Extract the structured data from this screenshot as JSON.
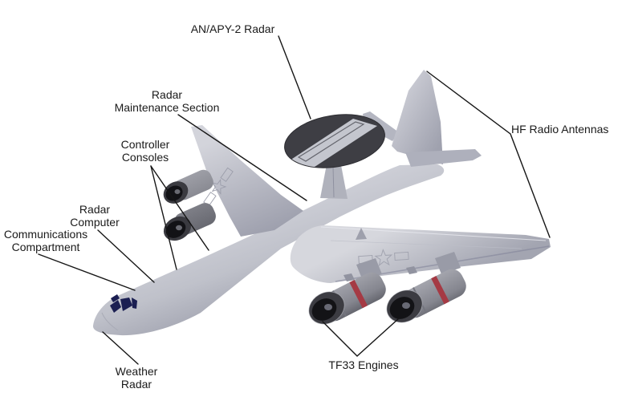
{
  "diagram": {
    "subject": "E-3 Sentry AWACS aircraft labeled component diagram",
    "background_color": "#ffffff",
    "leader_line_color": "#161616",
    "text_color": "#1a1a1a",
    "labels": {
      "apy2_radar": {
        "text": "AN/APY-2 Radar"
      },
      "radar_maintenance": {
        "line1": "Radar",
        "line2": "Maintenance Section"
      },
      "controller_consoles": {
        "line1": "Controller",
        "line2": "Consoles"
      },
      "radar_computer": {
        "line1": "Radar",
        "line2": "Computer"
      },
      "communications": {
        "line1": "Communications",
        "line2": "Compartment"
      },
      "weather_radar": {
        "line1": "Weather",
        "line2": "Radar"
      },
      "hf_antennas": {
        "text": "HF Radio Antennas"
      },
      "tf33_engines": {
        "text": "TF33 Engines"
      }
    },
    "aircraft_colors": {
      "fuselage_light": "#d8d9e0",
      "fuselage_dark": "#9597a5",
      "rotodome": "#3e3e44",
      "rotodome_stripe": "#c4c6ce",
      "engine_body": "#8f9099",
      "engine_intake": "#131316",
      "engine_stripe": "#a53a44",
      "cockpit_glass": "#1b1f52"
    }
  }
}
